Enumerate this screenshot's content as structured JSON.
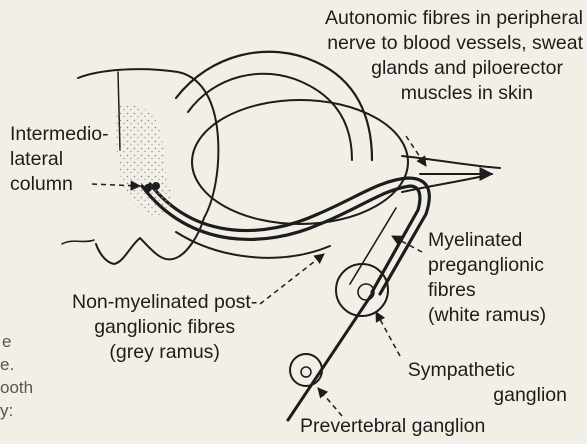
{
  "labels": {
    "autonomic": [
      "Autonomic fibres in peripheral",
      "nerve to blood vessels, sweat",
      "glands and piloerector",
      "muscles in skin"
    ],
    "intermedio": [
      "Intermedio-",
      "lateral",
      "column"
    ],
    "myelinated": [
      "Myelinated",
      "preganglionic",
      "fibres",
      "(white ramus)"
    ],
    "nonmyelinated": [
      "Non-myelinated post-",
      "ganglionic fibres",
      "(grey ramus)"
    ],
    "sympathetic": [
      "Sympathetic",
      "ganglion"
    ],
    "prevertebral": "Prevertebral ganglion"
  },
  "edge_text": [
    "e",
    "e.",
    "ooth",
    "y:"
  ],
  "colors": {
    "background": "#f2f0e6",
    "ink": "#1d1d1d",
    "stipple": "#8a8a8a"
  }
}
